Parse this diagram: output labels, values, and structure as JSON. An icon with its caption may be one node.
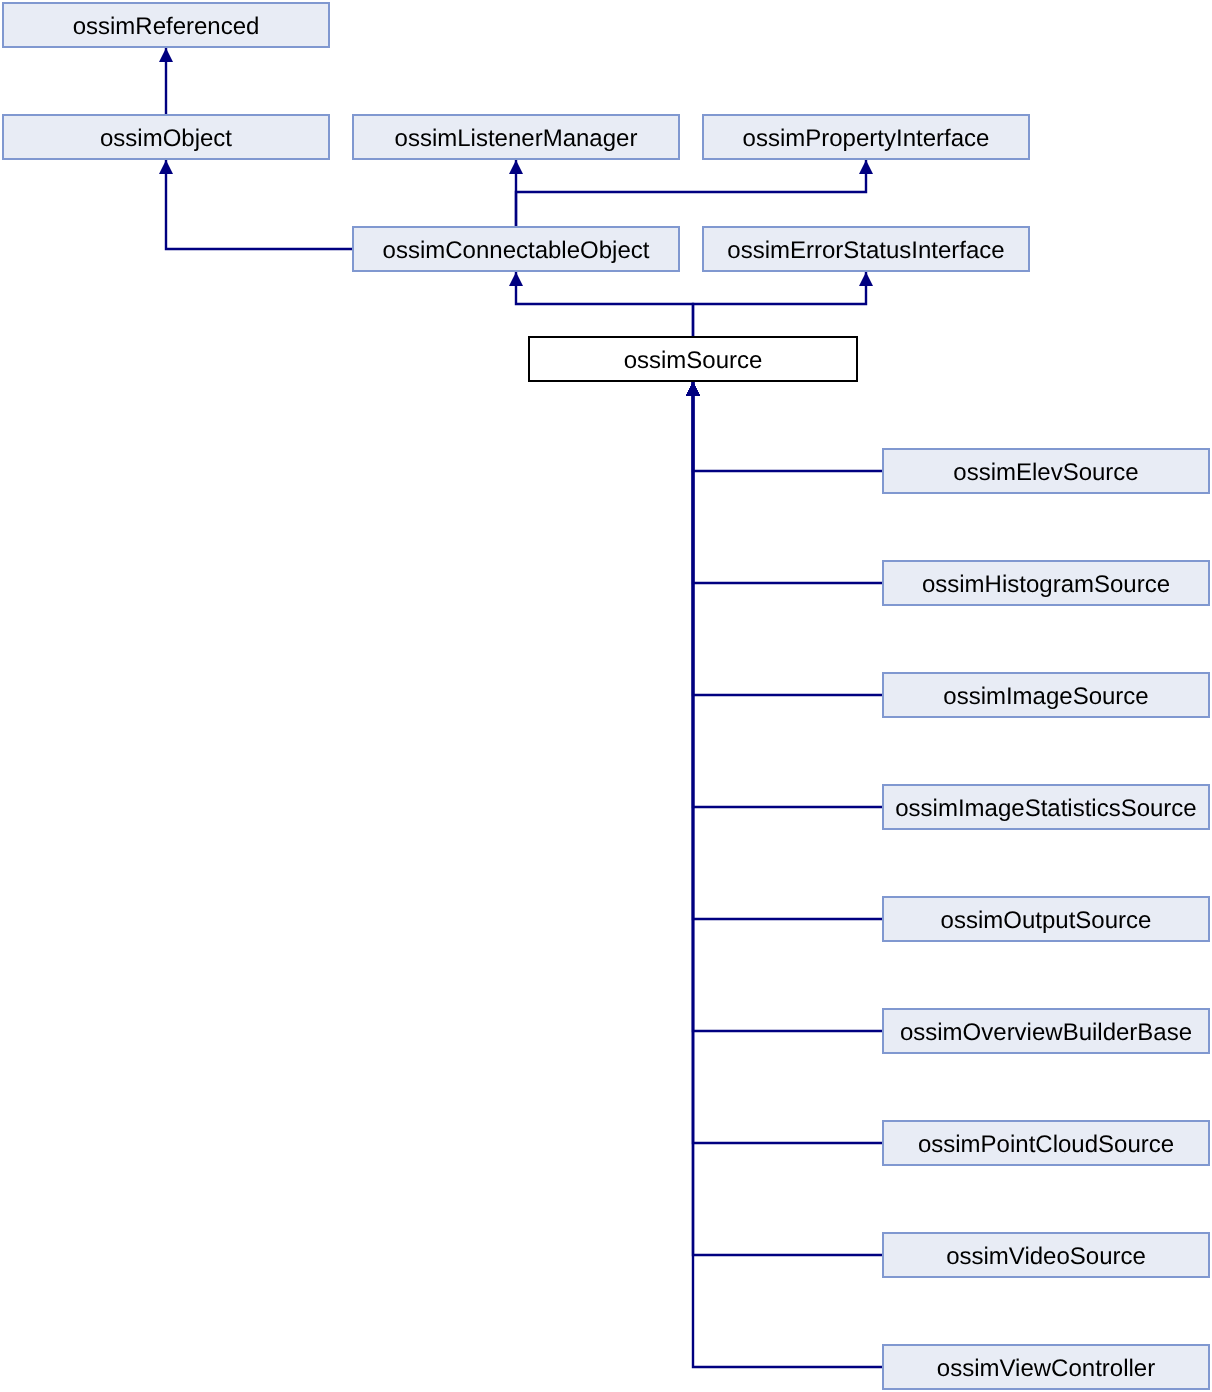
{
  "diagram": {
    "nodes": [
      {
        "text": [
          "ossimReferenced"
        ]
      },
      {
        "text": [
          "ossimObject"
        ]
      },
      {
        "text": [
          "ossimListenerManager"
        ]
      },
      {
        "text": [
          "ossimPropertyInterface"
        ]
      },
      {
        "text": [
          "ossimConnectableObject"
        ]
      },
      {
        "text": [
          "ossimErrorStatusInterface"
        ]
      },
      {
        "text": [
          "ossimSource"
        ]
      },
      {
        "text": [
          "ossimElevSource"
        ]
      },
      {
        "text": [
          "ossimHistogramSource"
        ]
      },
      {
        "text": [
          "ossimImageSource"
        ]
      },
      {
        "text": [
          "ossimImageStatisticsSource"
        ]
      },
      {
        "text": [
          "ossimOutputSource"
        ]
      },
      {
        "text": [
          "ossimOverviewBuilderBase"
        ]
      },
      {
        "text": [
          "ossimPointCloudSource"
        ]
      },
      {
        "text": [
          "ossimVideoSource"
        ]
      },
      {
        "text": [
          "ossimViewController"
        ]
      }
    ],
    "edges": [
      {
        "from": 1,
        "to": 0,
        "arrow": "to"
      },
      {
        "from": 4,
        "to": 1,
        "arrow": "to"
      },
      {
        "from": 4,
        "to": 2,
        "arrow": "to"
      },
      {
        "from": 4,
        "to": 3,
        "arrow": "to"
      },
      {
        "from": 6,
        "to": 4,
        "arrow": "to"
      },
      {
        "from": 6,
        "to": 5,
        "arrow": "to"
      },
      {
        "from": 7,
        "to": 6,
        "arrow": "to"
      },
      {
        "from": 8,
        "to": 6,
        "arrow": "to"
      },
      {
        "from": 9,
        "to": 6,
        "arrow": "to"
      },
      {
        "from": 10,
        "to": 6,
        "arrow": "to"
      },
      {
        "from": 11,
        "to": 6,
        "arrow": "to"
      },
      {
        "from": 12,
        "to": 6,
        "arrow": "to"
      },
      {
        "from": 13,
        "to": 6,
        "arrow": "to"
      },
      {
        "from": 14,
        "to": 6,
        "arrow": "to"
      },
      {
        "from": 15,
        "to": 6,
        "arrow": "to"
      }
    ]
  }
}
